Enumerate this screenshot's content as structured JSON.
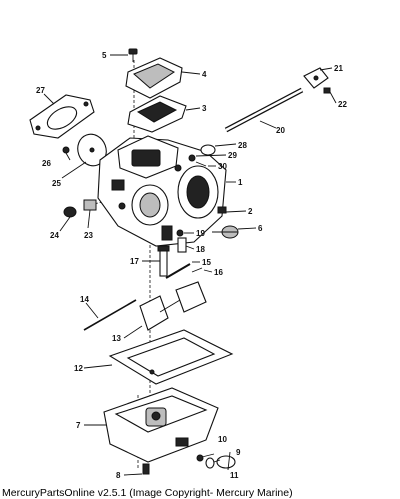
{
  "footer": "MercuryPartsOnline v2.5.1 (Image Copyright- Mercury Marine)",
  "callouts": [
    "1",
    "2",
    "3",
    "4",
    "5",
    "6",
    "7",
    "8",
    "9",
    "10",
    "11",
    "12",
    "13",
    "14",
    "15",
    "16",
    "17",
    "18",
    "19",
    "20",
    "21",
    "22",
    "23",
    "24",
    "25",
    "26",
    "27",
    "28",
    "29",
    "30"
  ]
}
